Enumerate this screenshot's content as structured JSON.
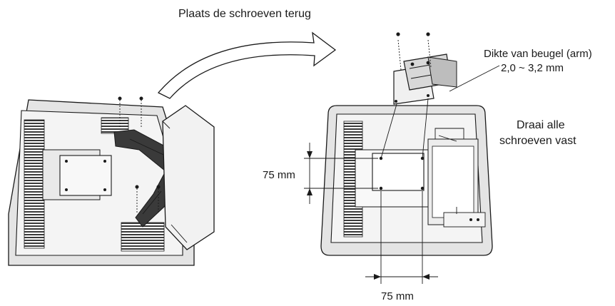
{
  "labels": {
    "replace_screws": "Plaats de schroeven terug",
    "bracket_thickness_line1": "Dikte van beugel (arm)",
    "bracket_thickness_line2": "2,0 ~ 3,2 mm",
    "tighten_line1": "Draai alle",
    "tighten_line2": "schroeven vast",
    "vertical_spacing": "75 mm",
    "horizontal_spacing": "75 mm"
  },
  "colors": {
    "line": "#1a1a1a",
    "panel_fill": "#e4e4e4",
    "background": "#ffffff"
  }
}
